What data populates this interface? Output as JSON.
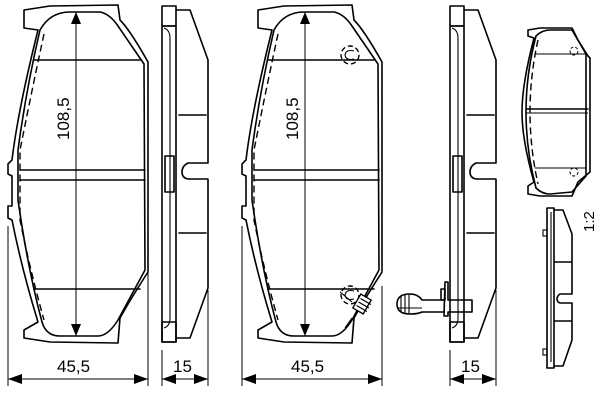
{
  "drawing": {
    "type": "brake pad technical drawing",
    "background": "#ffffff",
    "line_color": "#000000",
    "scale_label": "1:2",
    "views": [
      {
        "id": "pad-1-front",
        "height_label": "108,5",
        "width_label": "45,5"
      },
      {
        "id": "pad-1-side",
        "thickness_label": "15"
      },
      {
        "id": "pad-2-front",
        "height_label": "108,5",
        "width_label": "45,5",
        "features": [
          "wear-indicator-clip",
          "rivet-marks"
        ]
      },
      {
        "id": "pad-2-side",
        "thickness_label": "15",
        "features": [
          "wear-indicator-clip"
        ]
      },
      {
        "id": "detail-front-small",
        "scale": "1:2"
      },
      {
        "id": "detail-side-small",
        "scale": "1:2"
      }
    ]
  }
}
